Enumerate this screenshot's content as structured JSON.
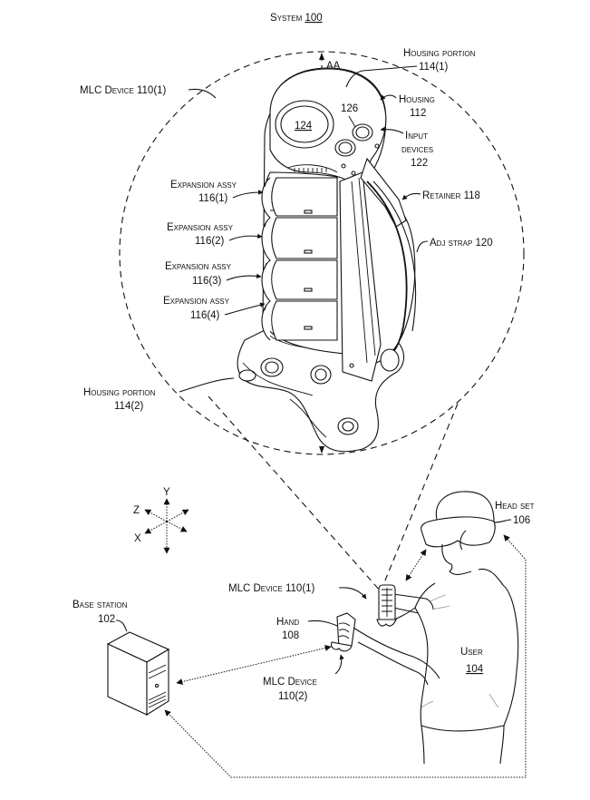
{
  "figure": {
    "title": "System",
    "title_ref": "100"
  },
  "labels": {
    "mlc_device_1_top": "MLC Device 110(1)",
    "aa_marker": "AA",
    "housing_portion_1": {
      "line1": "Housing portion",
      "line2": "114(1)"
    },
    "housing": {
      "line1": "Housing",
      "line2": "112"
    },
    "input_devices": {
      "line1": "Input",
      "line2": "devices",
      "line3": "122"
    },
    "display_ref": "124",
    "button_ref": "126",
    "retainer": "Retainer 118",
    "adj_strap": "Adj strap 120",
    "expansion_assemblies": [
      {
        "line1": "Expansion assy",
        "line2": "116(1)"
      },
      {
        "line1": "Expansion assy",
        "line2": "116(2)"
      },
      {
        "line1": "Expansion assy",
        "line2": "116(3)"
      },
      {
        "line1": "Expansion assy",
        "line2": "116(4)"
      }
    ],
    "housing_portion_2": {
      "line1": "Housing portion",
      "line2": "114(2)"
    },
    "axes": {
      "y": "Y",
      "z": "Z",
      "x": "X"
    },
    "head_set": {
      "line1": "Head set",
      "line2": "106"
    },
    "mlc_device_1_bottom": "MLC Device 110(1)",
    "hand": {
      "line1": "Hand",
      "line2": "108"
    },
    "base_station": {
      "line1": "Base station",
      "line2": "102"
    },
    "mlc_device_2": {
      "line1": "MLC Device",
      "line2": "110(2)"
    },
    "user": {
      "line1": "User",
      "line2": "104"
    }
  }
}
